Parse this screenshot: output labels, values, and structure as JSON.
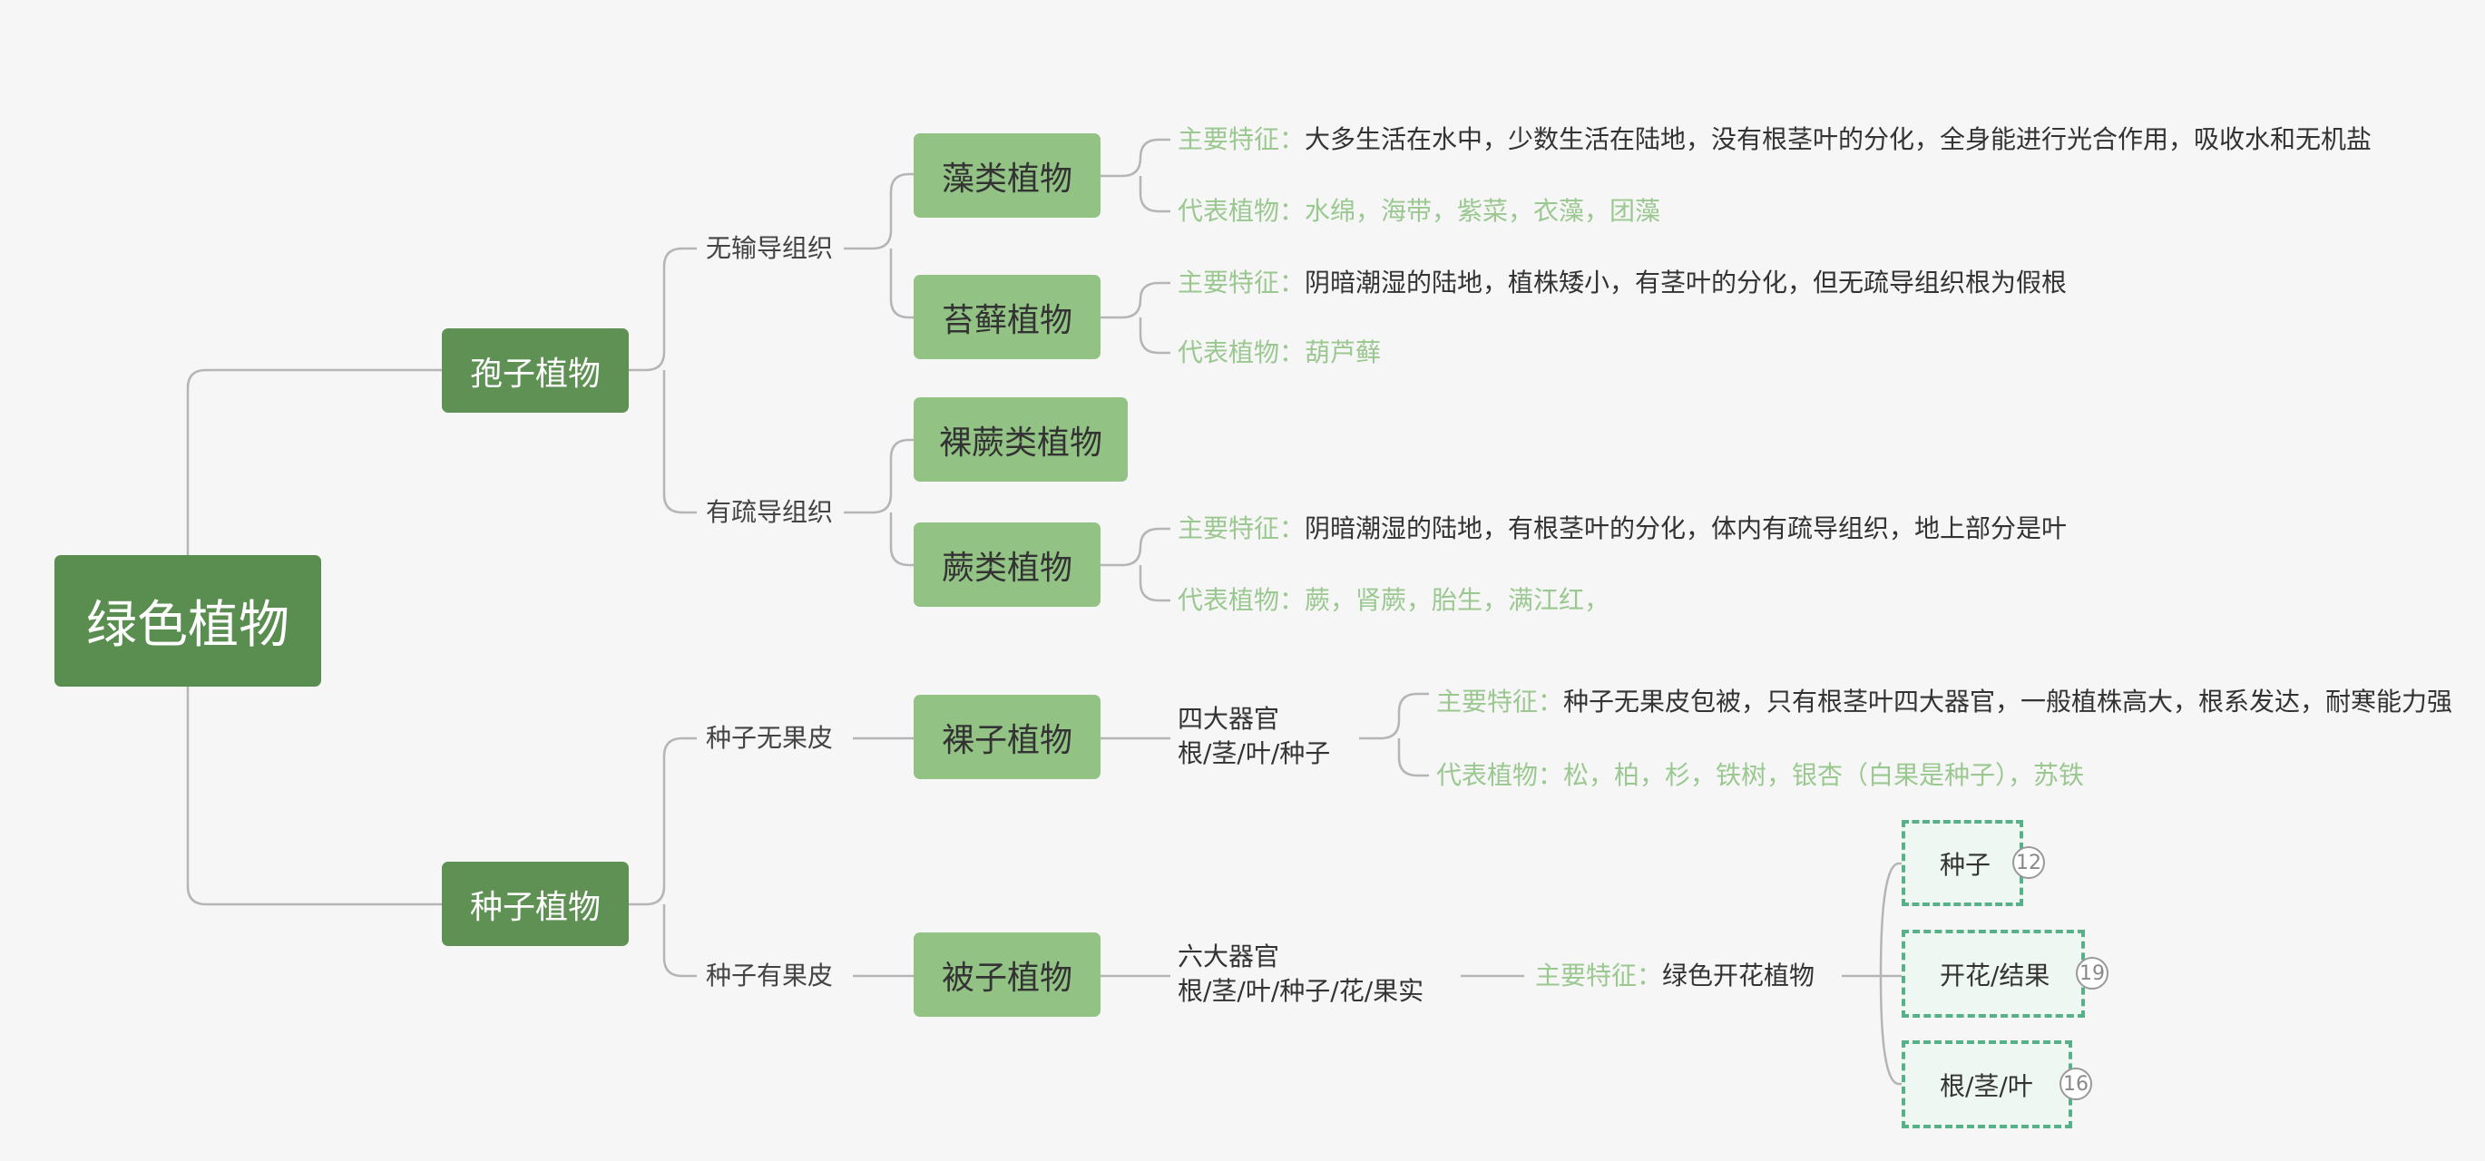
{
  "root": {
    "label": "绿色植物"
  },
  "spore": {
    "label": "孢子植物",
    "no_conduct": {
      "label": "无输导组织",
      "algae": {
        "label": "藻类植物",
        "feature_key": "主要特征：",
        "feature_val": "大多生活在水中，少数生活在陆地，没有根茎叶的分化，全身能进行光合作用，吸收水和无机盐",
        "rep_key": "代表植物：",
        "rep_val": "水绵，海带，紫菜，衣藻，团藻"
      },
      "moss": {
        "label": "苔藓植物",
        "feature_key": "主要特征：",
        "feature_val": "阴暗潮湿的陆地，植株矮小，有茎叶的分化，但无疏导组织根为假根",
        "rep_key": "代表植物：",
        "rep_val": "葫芦藓"
      }
    },
    "has_conduct": {
      "label": "有疏导组织",
      "psilo": {
        "label": "裸蕨类植物"
      },
      "fern": {
        "label": "蕨类植物",
        "feature_key": "主要特征：",
        "feature_val": "阴暗潮湿的陆地，有根茎叶的分化，体内有疏导组织，地上部分是叶",
        "rep_key": "代表植物：",
        "rep_val": "蕨，肾蕨，胎生，满江红，"
      }
    }
  },
  "seed": {
    "label": "种子植物",
    "no_peel": {
      "label": "种子无果皮",
      "gymno": {
        "label": "裸子植物",
        "organs_line1": "四大器官",
        "organs_line2": "根/茎/叶/种子",
        "feature_key": "主要特征：",
        "feature_val": "种子无果皮包被，只有根茎叶四大器官，一般植株高大，根系发达，耐寒能力强",
        "rep_key": "代表植物：",
        "rep_val": "松，柏，杉，铁树，银杏（白果是种子），苏铁"
      }
    },
    "has_peel": {
      "label": "种子有果皮",
      "angio": {
        "label": "被子植物",
        "organs_line1": "六大器官",
        "organs_line2": "根/茎/叶/种子/花/果实",
        "feature_key": "主要特征：",
        "feature_val": "绿色开花植物",
        "subs": [
          {
            "label": "种子",
            "badge": "12"
          },
          {
            "label": "开花/结果",
            "badge": "19"
          },
          {
            "label": "根/茎/叶",
            "badge": "16"
          }
        ]
      }
    }
  },
  "colors": {
    "root": "#5a8d50",
    "level1": "#5f9155",
    "level2": "#93c285",
    "accent": "#9bc890",
    "dashed": "#58b088"
  }
}
